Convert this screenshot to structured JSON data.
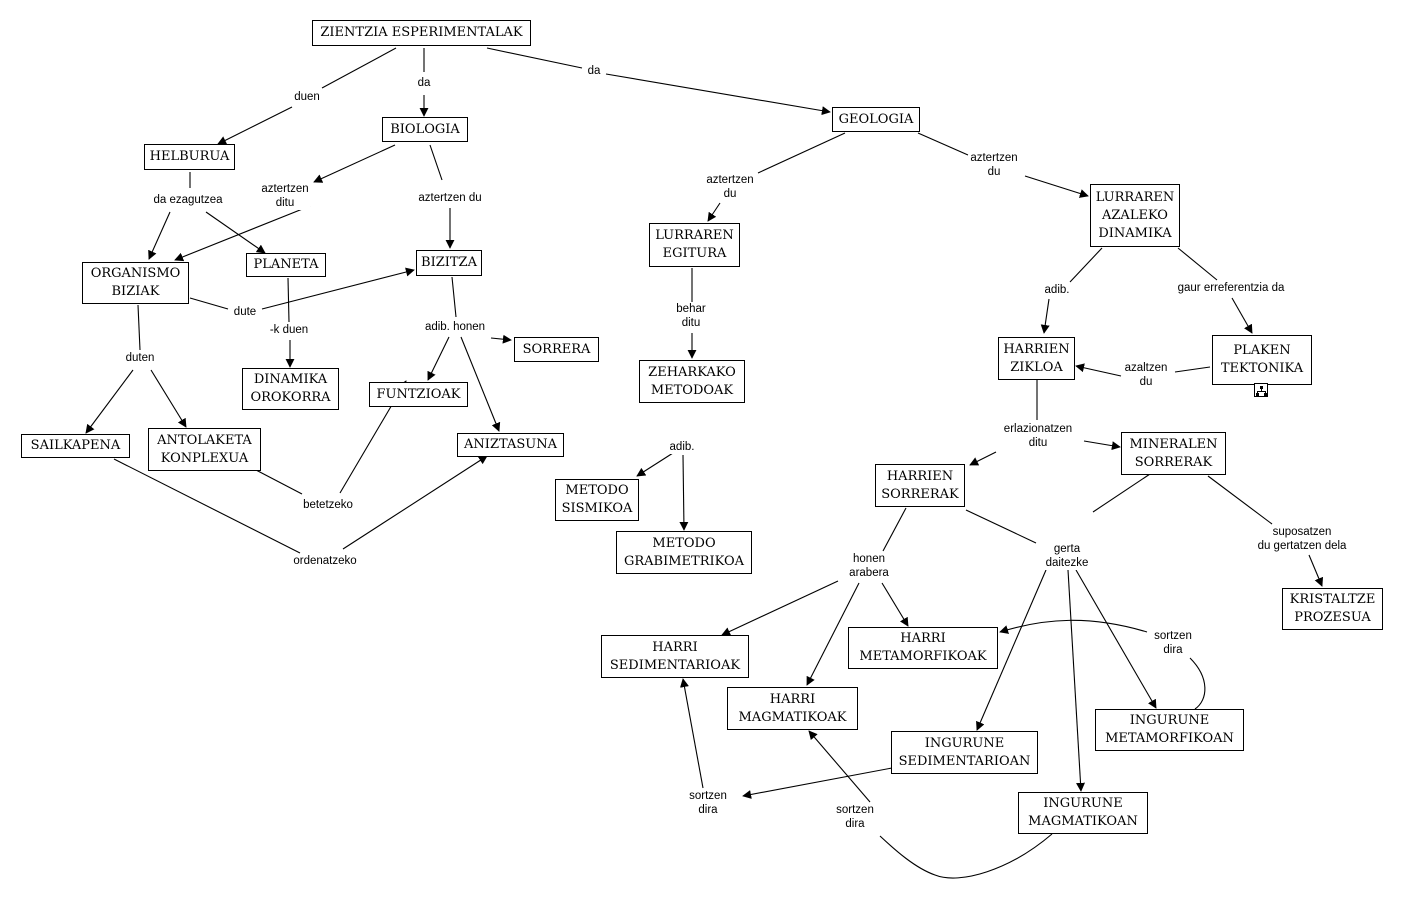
{
  "nodes": {
    "zientzia": [
      "ZIENTZIA ESPERIMENTALAK"
    ],
    "biologia": [
      "BIOLOGIA"
    ],
    "geologia": [
      "GEOLOGIA"
    ],
    "helburua": [
      "HELBURUA"
    ],
    "organismo": [
      "ORGANISMO",
      "BIZIAK"
    ],
    "planeta": [
      "PLANETA"
    ],
    "bizitza": [
      "BIZITZA"
    ],
    "sorrera": [
      "SORRERA"
    ],
    "funtzioak": [
      "FUNTZIOAK"
    ],
    "aniztasuna": [
      "ANIZTASUNA"
    ],
    "dinamika_orokorra": [
      "DINAMIKA",
      "OROKORRA"
    ],
    "sailkapena": [
      "SAILKAPENA"
    ],
    "antolaketa": [
      "ANTOLAKETA",
      "KONPLEXUA"
    ],
    "lurraren_egitura": [
      "LURRAREN",
      "EGITURA"
    ],
    "zeharkako": [
      "ZEHARKAKO",
      "METODOAK"
    ],
    "metodo_sismikoa": [
      "METODO",
      "SISMIKOA"
    ],
    "metodo_grabimetrikoa": [
      "METODO",
      "GRABIMETRIKOA"
    ],
    "lurraren_azaleko": [
      "LURRAREN",
      "AZALEKO",
      "DINAMIKA"
    ],
    "harrien_zikloa": [
      "HARRIEN",
      "ZIKLOA"
    ],
    "plaken": [
      "PLAKEN",
      "TEKTONIKA"
    ],
    "mineralen": [
      "MINERALEN",
      "SORRERAK"
    ],
    "harrien_sorrerak": [
      "HARRIEN",
      "SORRERAK"
    ],
    "kristaltze": [
      "KRISTALTZE",
      "PROZESUA"
    ],
    "harri_sedimentarioak": [
      "HARRI",
      "SEDIMENTARIOAK"
    ],
    "harri_metamorfikoak": [
      "HARRI",
      "METAMORFIKOAK"
    ],
    "harri_magmatikoak": [
      "HARRI",
      "MAGMATIKOAK"
    ],
    "ingurune_sedimentarioan": [
      "INGURUNE",
      "SEDIMENTARIOAN"
    ],
    "ingurune_metamorfikoan": [
      "INGURUNE",
      "METAMORFIKOAN"
    ],
    "ingurune_magmatikoan": [
      "INGURUNE",
      "MAGMATIKOAN"
    ]
  },
  "labels": {
    "duen": [
      "duen"
    ],
    "da_bio": [
      "da"
    ],
    "da_geo": [
      "da"
    ],
    "aztertzen_ditu": [
      "aztertzen",
      "ditu"
    ],
    "aztertzen_du_bio": [
      "aztertzen du"
    ],
    "da_ezagutzea": [
      "da ezagutzea"
    ],
    "dute": [
      "dute"
    ],
    "k_duen": [
      "-k duen"
    ],
    "adib_honen": [
      "adib. honen"
    ],
    "duten": [
      "duten"
    ],
    "betetzeko": [
      "betetzeko"
    ],
    "ordenatzeko": [
      "ordenatzeko"
    ],
    "aztertzen_du_geo1": [
      "aztertzen",
      "du"
    ],
    "aztertzen_du_geo2": [
      "aztertzen",
      "du"
    ],
    "behar_ditu": [
      "behar",
      "ditu"
    ],
    "adib_zeh": [
      "adib."
    ],
    "adib_lur": [
      "adib."
    ],
    "gaur": [
      "gaur erreferentzia da"
    ],
    "azaltzen_du": [
      "azaltzen",
      "du"
    ],
    "erlazionatzen": [
      "erlazionatzen",
      "ditu"
    ],
    "suposatzen": [
      "suposatzen",
      "du gertatzen dela"
    ],
    "honen_arabera": [
      "honen",
      "arabera"
    ],
    "gerta_daitezke": [
      "gerta",
      "daitezke"
    ],
    "sortzen_dira_meta": [
      "sortzen",
      "dira"
    ],
    "sortzen_dira_sed": [
      "sortzen",
      "dira"
    ],
    "sortzen_dira_mag": [
      "sortzen",
      "dira"
    ]
  },
  "icons": {
    "submap": "concept-map-link-icon"
  }
}
